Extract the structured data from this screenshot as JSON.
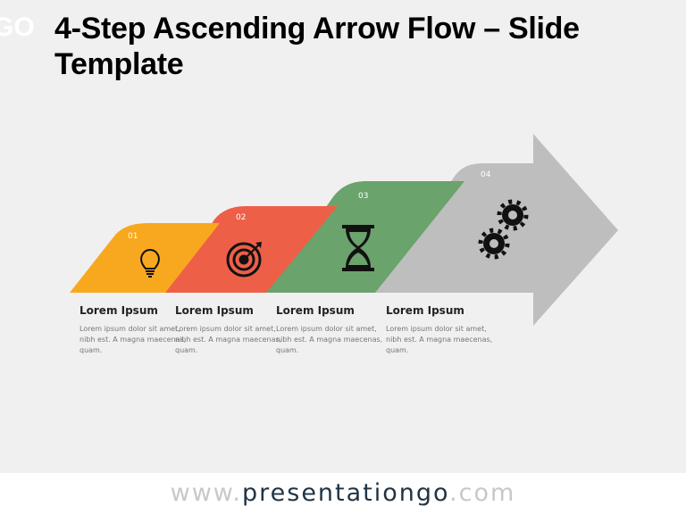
{
  "logo": "GO",
  "title": "4-Step Ascending Arrow Flow – Slide Template",
  "colors": {
    "step1": "#F8A81F",
    "step2": "#EE5F48",
    "step3": "#6AA36B",
    "step4": "#BEBEBE",
    "background": "#F0F0F0"
  },
  "steps": [
    {
      "number": "01",
      "icon": "lightbulb-icon",
      "heading": "Lorem Ipsum",
      "body": "Lorem ipsum dolor sit amet, nibh est. A magna maecenas, quam."
    },
    {
      "number": "02",
      "icon": "target-icon",
      "heading": "Lorem Ipsum",
      "body": "Lorem ipsum dolor sit amet, nibh est. A magna maecenas, quam."
    },
    {
      "number": "03",
      "icon": "hourglass-icon",
      "heading": "Lorem Ipsum",
      "body": "Lorem ipsum dolor sit amet, nibh est. A magna maecenas, quam."
    },
    {
      "number": "04",
      "icon": "gears-icon",
      "heading": "Lorem Ipsum",
      "body": "Lorem ipsum dolor sit amet, nibh est. A magna maecenas, quam."
    }
  ],
  "footer": {
    "prefix": "www.",
    "brand": "presentationgo",
    "suffix": ".com"
  }
}
